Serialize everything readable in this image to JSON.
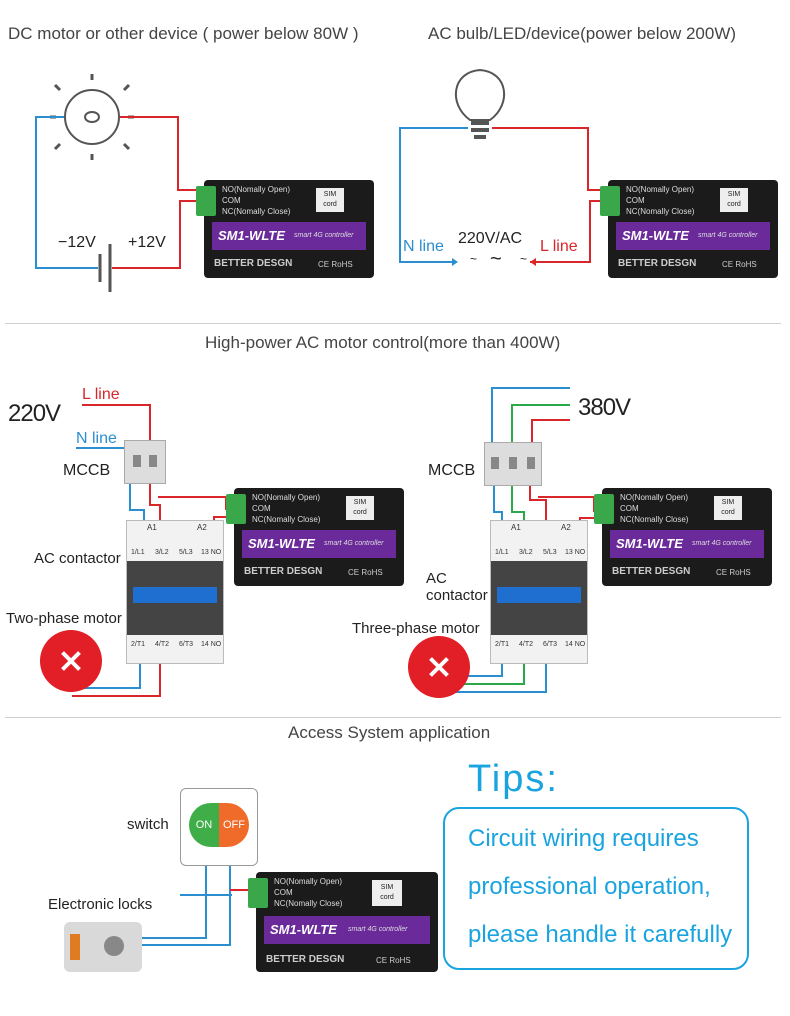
{
  "sections": {
    "dc_title": "DC motor or other device ( power below 80W )",
    "ac_title": "AC  bulb/LED/device(power below 200W)",
    "highpower_title": "High-power AC motor control(more than 400W)",
    "access_title": "Access System application"
  },
  "controller": {
    "terminal_no": "NO(Nomally Open)",
    "terminal_com": "COM",
    "terminal_nc": "NC(Nomally Close)",
    "sim_line1": "SIM",
    "sim_line2": "cord",
    "model": "SM1-WLTE",
    "subtitle": "smart 4G controller",
    "brand": "BETTER DESGN",
    "cert": "CE RoHS"
  },
  "dc": {
    "minus_label": "−12V",
    "plus_label": "+12V"
  },
  "ac": {
    "voltage_label": "220V/AC",
    "n_line_label": "N line",
    "l_line_label": "L line",
    "tilde": "~",
    "tilde_big": "~"
  },
  "two_phase": {
    "voltage": "220V",
    "l_line": "L line",
    "n_line": "N line",
    "mccb": "MCCB",
    "contactor": "AC contactor",
    "motor": "Two-phase motor"
  },
  "three_phase": {
    "voltage": "380V",
    "mccb": "MCCB",
    "contactor_line1": "AC",
    "contactor_line2": "contactor",
    "motor": "Three-phase motor"
  },
  "contactor_labels": {
    "a1": "A1",
    "a2": "A2",
    "top": [
      "1/L1",
      "3/L2",
      "5/L3",
      "13 NO"
    ],
    "bottom": [
      "2/T1",
      "4/T2",
      "6/T3",
      "14 NO"
    ]
  },
  "access": {
    "switch_label": "switch",
    "on": "ON",
    "off": "OFF",
    "locks_label": "Electronic locks"
  },
  "tips": {
    "title": "Tips:",
    "line1": "Circuit  wiring  requires",
    "line2": "professional  operation,",
    "line3": "please handle it carefully"
  },
  "colors": {
    "red_wire": "#d9262b",
    "blue_wire": "#2b8ed0",
    "green_wire": "#2aa84a",
    "purple": "#6a2a9a",
    "tips_blue": "#1aa4df"
  }
}
